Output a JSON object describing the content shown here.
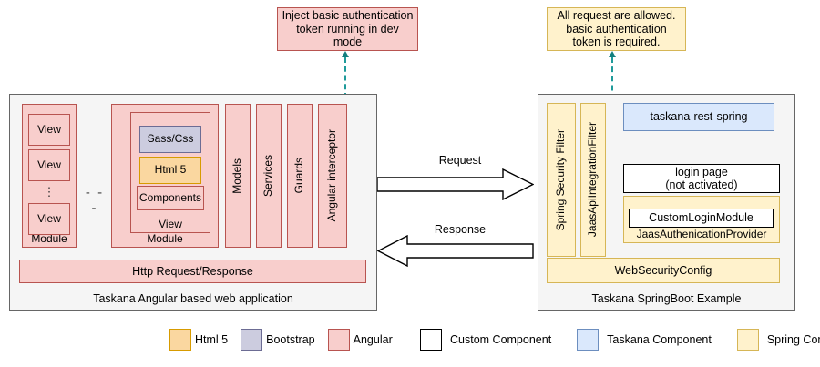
{
  "annotations": {
    "left_note": "Inject basic authentication token running in dev mode",
    "right_note": "All request are allowed. basic authentication token is required."
  },
  "left_panel": {
    "caption": "Taskana Angular based web application",
    "module_a": {
      "label": "Module",
      "views": [
        "View",
        "View",
        "View"
      ],
      "ellipsis": "⋮"
    },
    "separator": "- - -",
    "module_b": {
      "label": "Module",
      "view_label": "View",
      "items": [
        {
          "label": "Sass/Css",
          "type": "bootstrap"
        },
        {
          "label": "Html 5",
          "type": "html5"
        },
        {
          "label": "Components",
          "type": "angular"
        }
      ]
    },
    "columns": [
      "Models",
      "Services",
      "Guards",
      "Angular interceptor"
    ],
    "http_bar": "Http Request/Response"
  },
  "middle": {
    "request_label": "Request",
    "response_label": "Response"
  },
  "right_panel": {
    "caption": "Taskana SpringBoot Example",
    "filters": [
      "Spring Security Filter",
      "JaasApiIntegrationFilter"
    ],
    "rest_spring": "taskana-rest-spring",
    "login_page": "login page\n(not activated)",
    "login_page_line1": "login page",
    "login_page_line2": "(not activated)",
    "auth_provider": "JaasAuthenicationProvider",
    "custom_login_module": "CustomLoginModule",
    "web_security_config": "WebSecurityConfig"
  },
  "legend": {
    "group_left": [
      {
        "label": "Html 5",
        "type": "html5",
        "color": "#fad7a0"
      },
      {
        "label": "Bootstrap",
        "type": "bootstrap",
        "color": "#ccccdf"
      },
      {
        "label": "Angular",
        "type": "angular",
        "color": "#f8cecc"
      }
    ],
    "group_right": [
      {
        "label": "Custom Component",
        "type": "custom",
        "color": "#ffffff"
      },
      {
        "label": "Taskana Component",
        "type": "taskana",
        "color": "#dae8fc"
      },
      {
        "label": "Spring Component",
        "type": "spring",
        "color": "#fff2cc"
      }
    ]
  },
  "colors": {
    "angular": "#f8cecc",
    "angular_border": "#b85450",
    "html5": "#fad7a0",
    "html5_border": "#d79b00",
    "bootstrap": "#ccccdf",
    "bootstrap_border": "#6c6c94",
    "spring": "#fff2cc",
    "spring_border": "#d6b656",
    "taskana": "#dae8fc",
    "taskana_border": "#6c8ebf",
    "panel": "#f5f5f5",
    "panel_border": "#666666",
    "connector": "#1f9a9a"
  }
}
